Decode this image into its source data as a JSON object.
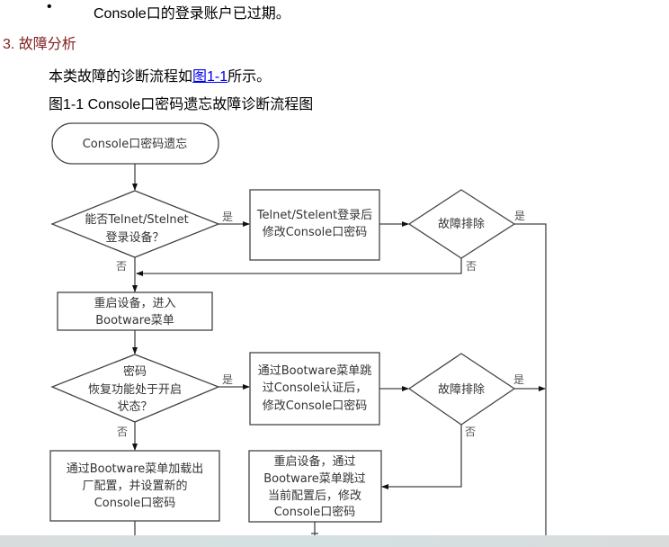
{
  "document": {
    "bullet": {
      "marker": "•",
      "text": "Console口的登录账户已过期。"
    },
    "section_heading": "3. 故障分析",
    "paragraph": {
      "prefix": "本类故障的诊断流程如",
      "link": "图1-1",
      "suffix": "所示。"
    },
    "figure_caption": "图1-1 Console口密码遗忘故障诊断流程图"
  },
  "flowchart": {
    "start": "Console口密码遗忘",
    "decision1": [
      "能否Telnet/Stelnet",
      "登录设备？"
    ],
    "process1": [
      "Telnet/Stelent登录后",
      "修改Console口密码"
    ],
    "decision2": "故障排除",
    "process2": [
      "重启设备，进入",
      "Bootware菜单"
    ],
    "decision3": [
      "密码",
      "恢复功能处于开启",
      "状态？"
    ],
    "process3": [
      "通过Bootware菜单跳",
      "过Console认证后，",
      "修改Console口密码"
    ],
    "decision4": "故障排除",
    "process4": [
      "通过Bootware菜单加载出",
      "厂配置，并设置新的",
      "Console口密码"
    ],
    "process5": [
      "重启设备，通过",
      "Bootware菜单跳过",
      "当前配置后，修改",
      "Console口密码"
    ],
    "labels": {
      "yes": "是",
      "no": "否"
    }
  }
}
